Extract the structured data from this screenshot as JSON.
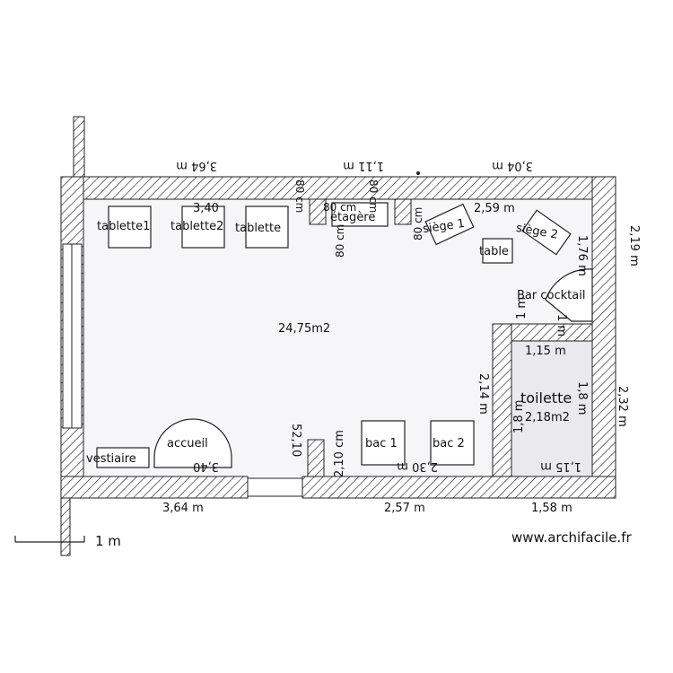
{
  "plan": {
    "main_area": "24,75m2",
    "rooms": {
      "toilette": {
        "name": "toilette",
        "area": "2,18m2"
      }
    },
    "furniture": {
      "tablette1": "tablette1",
      "tablette2": "tablette2",
      "tablette3": "tablette",
      "etagere": "étagère",
      "siege1": "siège 1",
      "siege2": "siège 2",
      "table": "table",
      "bar": "Bar cocktail",
      "accueil": "accueil",
      "vestiaire": "vestiaire",
      "bac1": "bac 1",
      "bac2": "bac 2"
    },
    "dimensions": {
      "top_left": "3,64 m",
      "top_mid": "1,11 m",
      "top_right": "3,04 m",
      "inner_top_left": "3,40",
      "inner_top_right": "2,59 m",
      "vert_a": "80 cm",
      "vert_b": "80 cm",
      "vert_c": "80 cm",
      "vert_d": "80 cm",
      "etagere_dim": "80 cm",
      "right_outer_upper": "2,19 m",
      "right_outer_lower": "2,32 m",
      "bar_right": "1,76 m",
      "bar_small": "1 m",
      "bar_small2": "1 m",
      "toilet_top": "1,15 m",
      "toilet_bottom": "1,15 m",
      "toilet_left": "1,8 m",
      "toilet_right": "1,8 m",
      "toilet_outer_left": "2,14 m",
      "bottom_left": "3,64 m",
      "bottom_mid": "2,57 m",
      "bottom_right": "1,58 m",
      "inner_bottom_left": "3,40",
      "inner_bottom_mid": "2,30 m",
      "door_left": "52,10",
      "door_right": "2,10 cm"
    },
    "scale_label": "1 m",
    "watermark": "www.archifacile.fr"
  }
}
